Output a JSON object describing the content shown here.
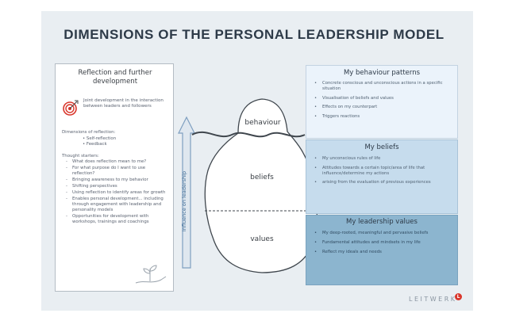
{
  "title": "DIMENSIONS OF THE PERSONAL LEADERSHIP MODEL",
  "left_card": {
    "title": "Reflection and further development",
    "joint": "Joint development in the interaction between leaders and followers",
    "dims_heading": "Dimensions of reflection:",
    "dims": [
      "Self-reflection",
      "Feedback"
    ],
    "thought_heading": "Thought starters:",
    "thoughts": [
      "What does reflection mean to me?",
      "For what purpose do I want to use reflection?",
      "Bringing awareness to my behavior",
      "Shifting perspectives",
      "Using reflection to identify areas for growth",
      "Enables personal development... including through engagement with leadership and personality models",
      "Opportunities for development with workshops, trainings and coachings"
    ]
  },
  "iceberg": {
    "behaviour": "behaviour",
    "beliefs": "beliefs",
    "values": "values",
    "influence": "Influence on leadership"
  },
  "panels": {
    "behaviour": {
      "title": "My behaviour patterns",
      "items": [
        "Concrete conscious and unconscious actions in a specific situation",
        "Visualisation of beliefs and values",
        "Effects on my counterpart",
        "Triggers reactions"
      ]
    },
    "beliefs": {
      "title": "My beliefs",
      "items": [
        "My unconscious rules of life",
        "Attitudes towards a certain topic/area of life that influence/determine my actions",
        "arising from the evaluation of previous experiences"
      ]
    },
    "values": {
      "title": "My leadership values",
      "items": [
        "My deep-rooted, meaningful and pervasive beliefs",
        "Fundamental attitudes and mindsets in my life",
        "Reflect my ideals and needs"
      ]
    }
  },
  "logo": "LEITWERK",
  "logo_mark": "L",
  "colors": {
    "accent_red": "#d9362b",
    "panel_light": "#ebf3fb",
    "panel_mid": "#c6dced",
    "panel_dark": "#8cb5cf",
    "arrow": "#7f9fc0"
  },
  "icons": {
    "target": "target-icon",
    "plant": "plant-in-hand-icon",
    "arrow": "up-arrow-icon"
  }
}
